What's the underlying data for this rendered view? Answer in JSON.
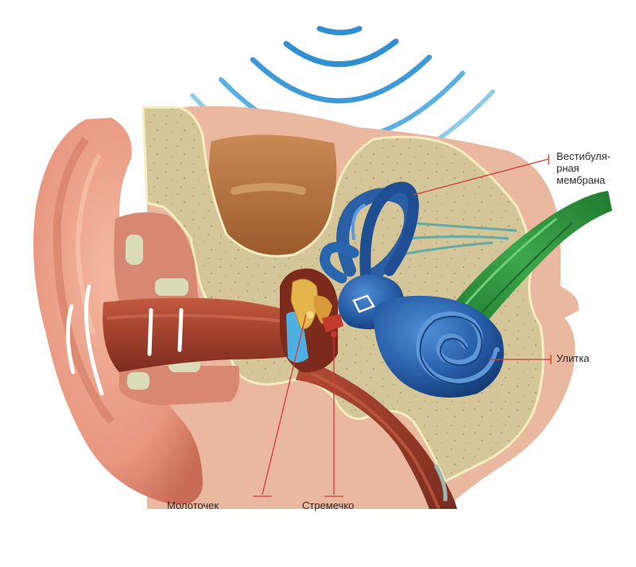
{
  "labels": {
    "vestibular": [
      "Вестибуля-",
      "рная",
      "мембрана"
    ],
    "cochlea": "Улитка",
    "malleus": "Молоточек",
    "stapes": "Стремечко"
  },
  "colors": {
    "sound_waves": "#3a9fd6",
    "skin": "#e59a84",
    "ear_canal": "#a84832",
    "bone": "#d2c496",
    "inner_ear": "#23589c",
    "nerve": "#2e8f3a",
    "leader_line": "#d23a3a"
  }
}
